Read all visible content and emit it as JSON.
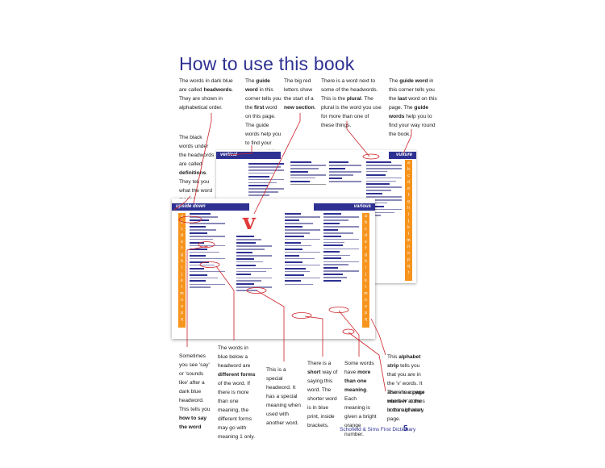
{
  "title": "How to use this book",
  "notes": {
    "headwords": {
      "pre": "The words in dark blue are called ",
      "b1": "headwords",
      "post": ". They are shown in alphabetical order."
    },
    "guide_first": {
      "pre": "The ",
      "b1": "guide word",
      "mid": " in this corner tells you the ",
      "b2": "first",
      "post": " word on this page. The guide words help you to find your way round the book."
    },
    "red_letters": {
      "pre": "The big red letters show the start of a ",
      "b1": "new section",
      "post": "."
    },
    "plural": {
      "pre": "There is a word next to some of the headwords. This is the ",
      "b1": "plural",
      "post": ". The plural is the word you use for more than one of these things."
    },
    "guide_last": {
      "pre": "The ",
      "b1": "guide word",
      "mid": " in this corner tells you the ",
      "b2": "last",
      "mid2": " word on this page. The ",
      "b3": "guide words",
      "post": " help you to find your way round the book."
    },
    "definitions": {
      "pre": "The black words under the headwords are called ",
      "b1": "definitions",
      "post": ". They tell you what the word means."
    },
    "alphabet_strip": {
      "pre": "This ",
      "b1": "alphabet strip",
      "post": " tells you that you are in the 'v' words. It also shows you where 'v' comes in the alphabet."
    },
    "page_number": {
      "pre": "There is a ",
      "b1": "page number",
      "post": " at the bottom of every page."
    },
    "say": {
      "pre": "Sometimes you see 'say' or 'sounds like' after a dark blue headword. This tells you ",
      "b1": "how to say the word"
    },
    "forms": {
      "pre": "The words in blue below a headword are ",
      "b1": "different forms",
      "post": " of the word. If there is more than one meaning, the different forms may go with meaning 1 only."
    },
    "special": {
      "text": "This is a special headword. It has a special meaning when used with another word."
    },
    "short": {
      "pre": "There is a ",
      "b1": "short",
      "post": " way of saying this word. The shorter word is in blue print, inside brackets."
    },
    "meanings": {
      "pre": "Some words have ",
      "b1": "more than one meaning",
      "post": ". Each meaning is given a bright orange number."
    }
  },
  "book": {
    "back_left_guide": "vertical",
    "back_right_guide": "vulture",
    "front_left_guide": "upside down",
    "front_right_guide": "various",
    "big_letter": "v"
  },
  "footer": "Schofield & Sims  First Dictionary",
  "page_number": "5",
  "colors": {
    "title": "#2e3192",
    "strip": "#f7941d",
    "circle": "#cc2229",
    "letter": "#e03a3a"
  }
}
